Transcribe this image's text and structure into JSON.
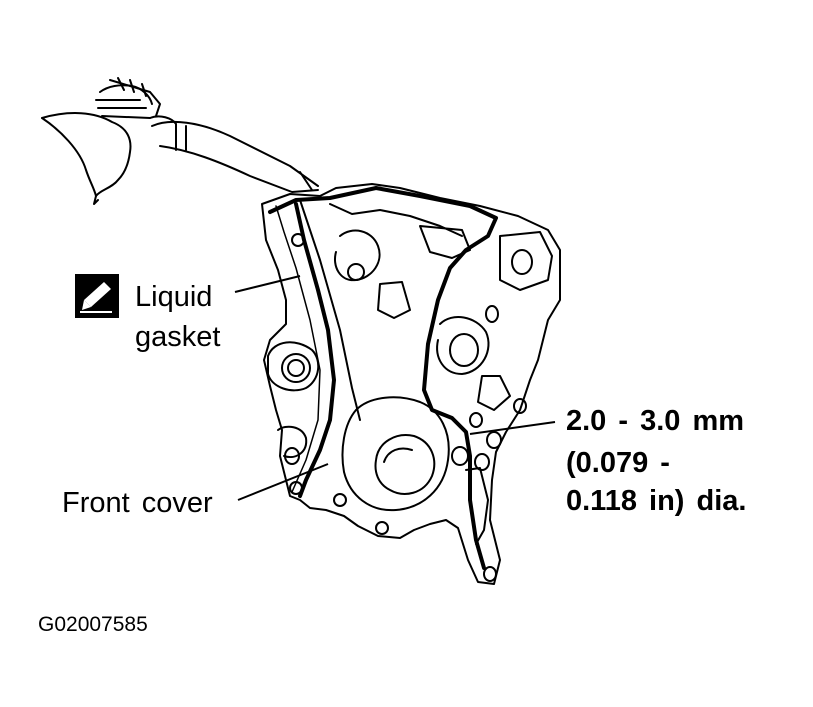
{
  "labels": {
    "liquid_gasket_line1": "Liquid",
    "liquid_gasket_line2": "gasket",
    "front_cover": "Front  cover",
    "spec_line1": "2.0  -  3.0  mm",
    "spec_line2": "(0.079  -",
    "spec_line3": "0.118  in)  dia."
  },
  "figure_id": "G02007585",
  "icons": [
    "liquid-gasket-symbol-icon"
  ]
}
